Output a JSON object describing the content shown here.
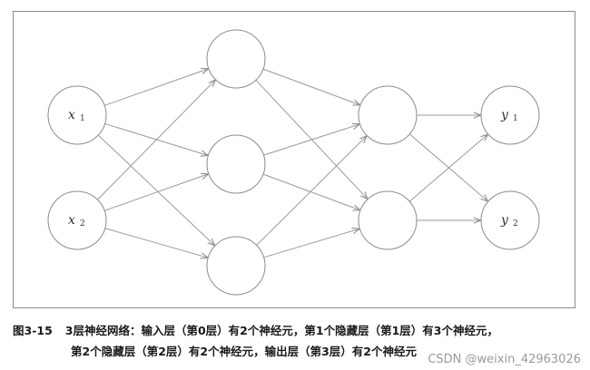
{
  "figure": {
    "caption_label": "图3-15",
    "caption_line1": "3层神经网络：输入层（第0层）有2个神经元，第1个隐藏层（第1层）有3个神经元，",
    "caption_line2": "第2个隐藏层（第2层）有2个神经元，输出层（第3层）有2个神经元",
    "watermark": "CSDN @weixin_42963026"
  },
  "network": {
    "layers": [
      {
        "name": "input",
        "nodes": [
          {
            "label": "x",
            "sub": "1"
          },
          {
            "label": "x",
            "sub": "2"
          }
        ]
      },
      {
        "name": "hidden1",
        "nodes": [
          {
            "label": "",
            "sub": ""
          },
          {
            "label": "",
            "sub": ""
          },
          {
            "label": "",
            "sub": ""
          }
        ]
      },
      {
        "name": "hidden2",
        "nodes": [
          {
            "label": "",
            "sub": ""
          },
          {
            "label": "",
            "sub": ""
          }
        ]
      },
      {
        "name": "output",
        "nodes": [
          {
            "label": "y",
            "sub": "1"
          },
          {
            "label": "y",
            "sub": "2"
          }
        ]
      }
    ],
    "connectivity": "fully-connected",
    "colors": {
      "node_stroke": "#8c8c8c",
      "edge": "#9a9a9a"
    }
  }
}
